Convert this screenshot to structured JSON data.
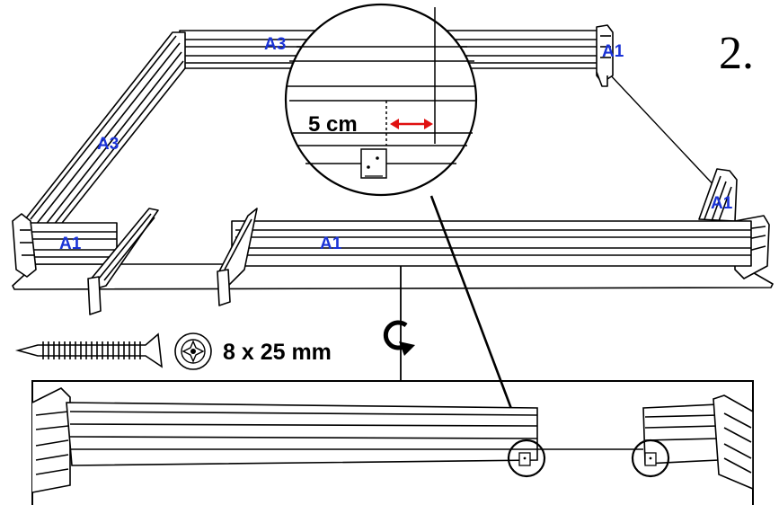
{
  "step_number": "2.",
  "part_labels": {
    "a3_top": "A3",
    "a3_left": "A3",
    "a1_top_right": "A1",
    "a1_right": "A1",
    "a1_front_left": "A1",
    "a1_front_center": "A1"
  },
  "detail_measurement": "5 cm",
  "screw_spec": "8 x 25 mm",
  "icons": {
    "screw": "screw-icon",
    "torx_bit": "torx-bit-icon",
    "rotate": "rotate-icon",
    "bracket": "corner-bracket-icon"
  },
  "colors": {
    "label_blue": "#1a33d6",
    "arrow_red": "#e01010",
    "line": "#000000"
  }
}
